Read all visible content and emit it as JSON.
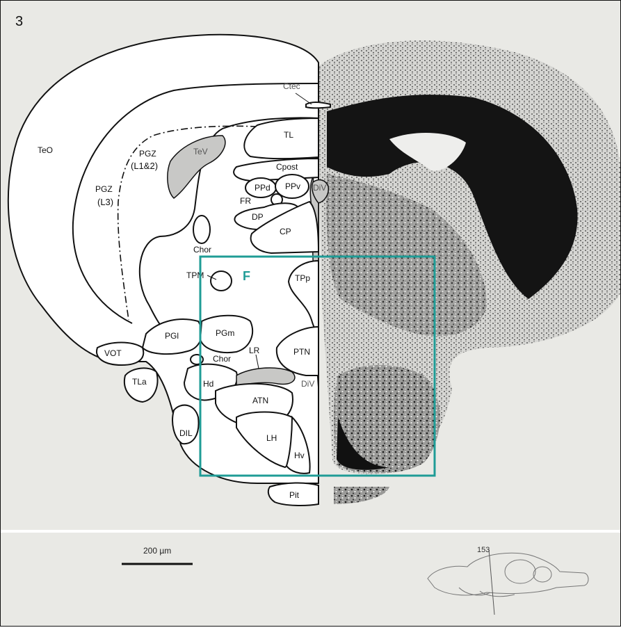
{
  "panel_label": "3",
  "inset_label": "F",
  "scale_bar_label": "200 µm",
  "section_number": "153",
  "colors": {
    "background": "#e9e9e5",
    "inset_frame": "#1f9c96",
    "line": "#111111",
    "grey_region": "#c8c8c6"
  },
  "regions": {
    "teo": "TeO",
    "ctec": "Ctec",
    "tev": "TeV",
    "pgz_l12_a": "PGZ",
    "pgz_l12_b": "(L1&2)",
    "pgz_l3_a": "PGZ",
    "pgz_l3_b": "(L3)",
    "tl": "TL",
    "cpost": "Cpost",
    "ppd": "PPd",
    "ppv": "PPv",
    "div_top": "DiV",
    "fr": "FR",
    "dp": "DP",
    "cp": "CP",
    "chor_top": "Chor",
    "tpm": "TPM",
    "tpp": "TPp",
    "pgl": "PGl",
    "pgm": "PGm",
    "vot": "VOT",
    "chor_mid": "Chor",
    "lr": "LR",
    "ptn": "PTN",
    "tla": "TLa",
    "hd": "Hd",
    "div_bottom": "DiV",
    "atn": "ATN",
    "dil": "DIL",
    "lh": "LH",
    "hv": "Hv",
    "pit": "Pit"
  }
}
